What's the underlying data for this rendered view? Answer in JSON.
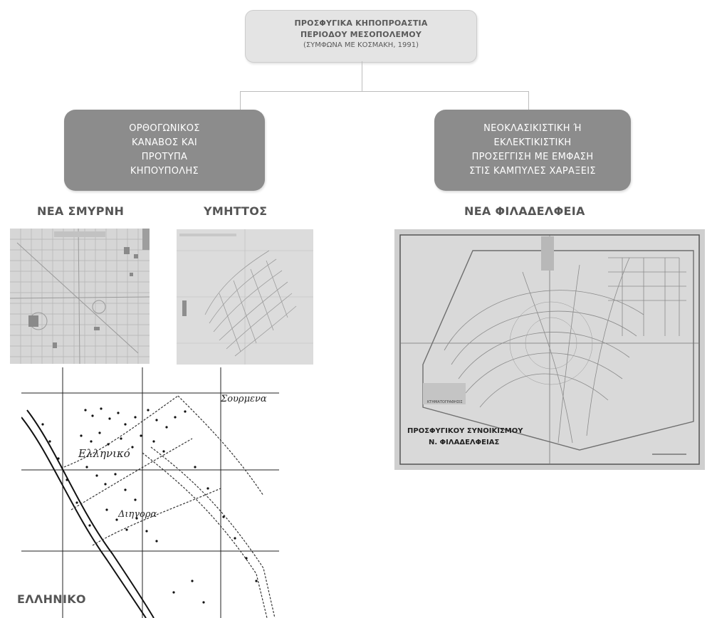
{
  "root": {
    "line1": "ΠΡΟΣΦΥΓΙΚΑ ΚΗΠΟΠΡΟΑΣΤΙΑ",
    "line2": "ΠΕΡΙΟΔΟΥ ΜΕΣΟΠΟΛΕΜΟΥ",
    "line3": "(ΣΥΜΦΩΝΑ ΜΕ ΚΟΣΜΑΚΗ, 1991)"
  },
  "left_node": {
    "lines": [
      "ΟΡΘΟΓΩΝΙΚΟΣ",
      "ΚΑΝΑΒΟΣ ΚΑΙ",
      "ΠΡΟΤΥΠΑ",
      "ΚΗΠΟΥΠΟΛΗΣ"
    ]
  },
  "right_node": {
    "lines": [
      "ΝΕΟΚΛΑΣΙΚΙΣΤΙΚΗ Ή",
      "ΕΚΛΕΚΤΙΚΙΣΤΙΚΗ",
      "ΠΡΟΣΕΓΓΙΣΗ ΜΕ ΕΜΦΑΣΗ",
      "ΣΤΙΣ ΚΑΜΠΥΛΕΣ ΧΑΡΑΞΕΙΣ"
    ]
  },
  "headings": {
    "nea_smyrni": "ΝΕΑ ΣΜΥΡΝΗ",
    "ymittos": "ΥΜΗΤΤΟΣ",
    "nea_filadelfeia": "ΝΕΑ ΦΙΛΑΔΕΛΦΕΙΑ",
    "elliniko": "ΕΛΛΗΝΙΚΟ"
  },
  "map_labels": {
    "elliniko_map_top": "Σουρμενα",
    "elliniko_map_mid": "Ελληνικό",
    "elliniko_map_low": "Διηγορα",
    "filadelfeia_title1": "ΠΡΟΣΦΥΓΙΚΟΥ ΣΥΝΟΙΚΙΣΜΟΥ",
    "filadelfeia_title2": "Ν. ΦΙΛΑΔΕΛΦΕΙΑΣ",
    "filadelfeia_kicker": "ΚΤΗΜΑΤΟΓΡΑΦΗΣΙΣ"
  },
  "colors": {
    "root_fill": "#e4e4e4",
    "node_fill": "#8c8c8c",
    "connector": "#bdbdbd",
    "heading": "#555555"
  }
}
